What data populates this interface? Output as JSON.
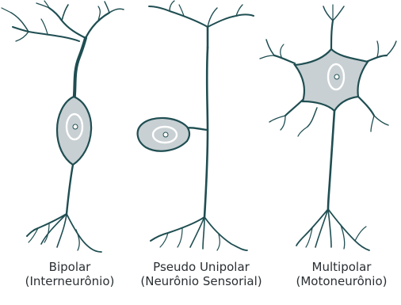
{
  "neurons": [
    {
      "name": "Bipolar",
      "type": "(Interneurônio)"
    },
    {
      "name": "Pseudo Unipolar",
      "type": "(Neurônio Sensorial)"
    },
    {
      "name": "Multipolar",
      "type": "(Motoneurônio)"
    }
  ],
  "colors": {
    "stroke": "#1f4e52",
    "soma": "#c8d0d3",
    "nucleus": "#ffffff",
    "text": "#2a2f33"
  }
}
